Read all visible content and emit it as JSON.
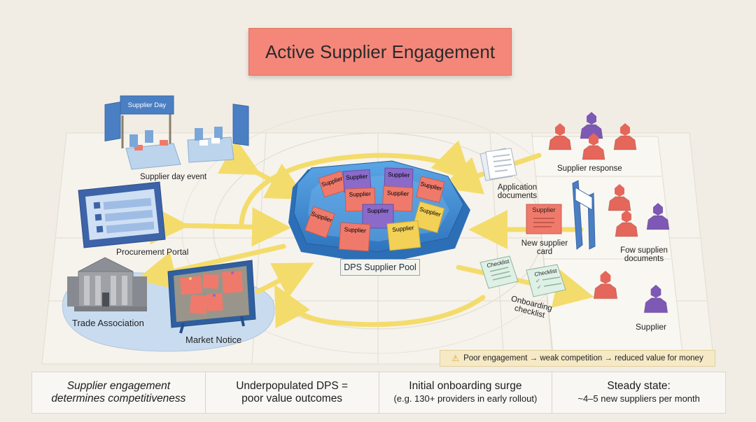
{
  "title": "Active Supplier Engagement",
  "center": {
    "pool_label": "DPS Supplier Pool",
    "card_label": "Supplier"
  },
  "left_nodes": {
    "supplier_day_sign": "Supplier Day",
    "supplier_day_event": "Supplier day event",
    "procurement_portal": "Procurement Portal",
    "trade_association": "Trade Association",
    "market_notice": "Market Notice"
  },
  "right_nodes": {
    "supplier_response": "Supplier response",
    "application_documents_1": "Application",
    "application_documents_2": "documents",
    "new_supplier_card_1": "New supplier",
    "new_supplier_card_2": "card",
    "new_supplier_card_title": "Supplier",
    "few_supplier_documents_1": "Fow supplien",
    "few_supplier_documents_2": "documents",
    "checklist_title": "Checklist",
    "onboarding_checklist_1": "Onboarding",
    "onboarding_checklist_2": "checklist",
    "supplier": "Supplier"
  },
  "warning": {
    "icon": "warning-triangle-icon",
    "text": "Poor engagement → weak competition → reduced value for money"
  },
  "bottom": [
    {
      "line1": "Supplier engagement",
      "line2": "determines competitiveness",
      "italic": true
    },
    {
      "line1": "Underpopulated DPS =",
      "line2": "poor value outcomes",
      "italic": false
    },
    {
      "line1": "Initial onboarding surge",
      "line2": "(e.g. 130+ providers in early rollout)",
      "italic": false
    },
    {
      "line1": "Steady state:",
      "line2": "~4–5 new suppliers per month",
      "italic": false
    }
  ],
  "colors": {
    "banner": "#f4877a",
    "arrow": "#f4dc6c",
    "pool": "#3f8fd6",
    "card_red": "#ef7a6b",
    "card_purple": "#8b6ac9",
    "card_yellow": "#f3d157",
    "figure_red": "#e5665a",
    "figure_purple": "#7e58b5",
    "portal": "#3d63a8"
  }
}
